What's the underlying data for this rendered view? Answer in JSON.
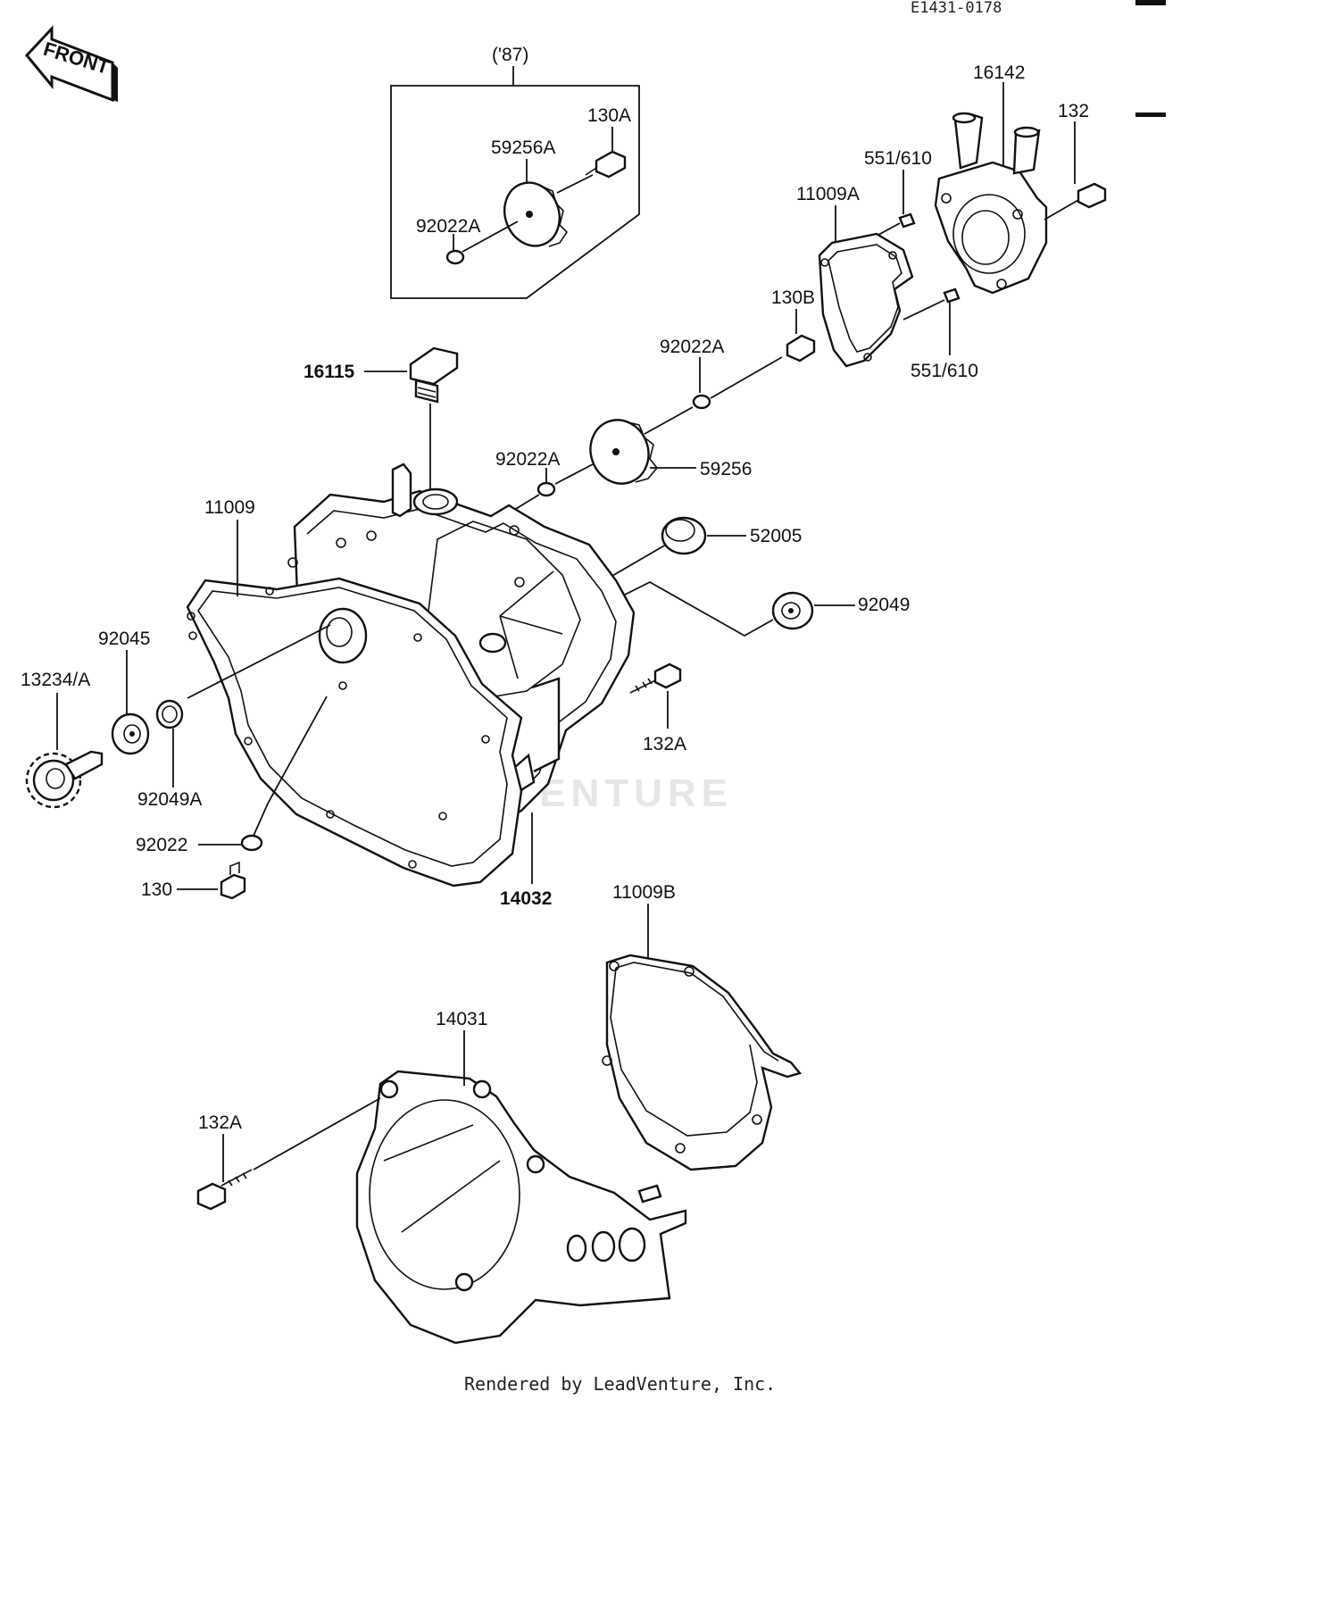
{
  "doc_id": "E1431-0178",
  "front_label": "FRONT",
  "inset_label": "('87)",
  "watermark": "LEADVENTURE",
  "footer": "Rendered by LeadVenture, Inc.",
  "callouts": {
    "c130A": "130A",
    "c59256A": "59256A",
    "c92022A_inset": "92022A",
    "c16142": "16142",
    "c132": "132",
    "c551_610_top": "551/610",
    "c11009A": "11009A",
    "c130B": "130B",
    "c551_610_bottom": "551/610",
    "c92022A_mid": "92022A",
    "c16115": "16115",
    "c92022A_low": "92022A",
    "c59256": "59256",
    "c52005": "52005",
    "c11009": "11009",
    "c92049": "92049",
    "c92045": "92045",
    "c13234A": "13234/A",
    "c132A_right": "132A",
    "c92049A": "92049A",
    "c92022": "92022",
    "c130": "130",
    "c14032": "14032",
    "c11009B": "11009B",
    "c14031": "14031",
    "c132A_left": "132A"
  }
}
